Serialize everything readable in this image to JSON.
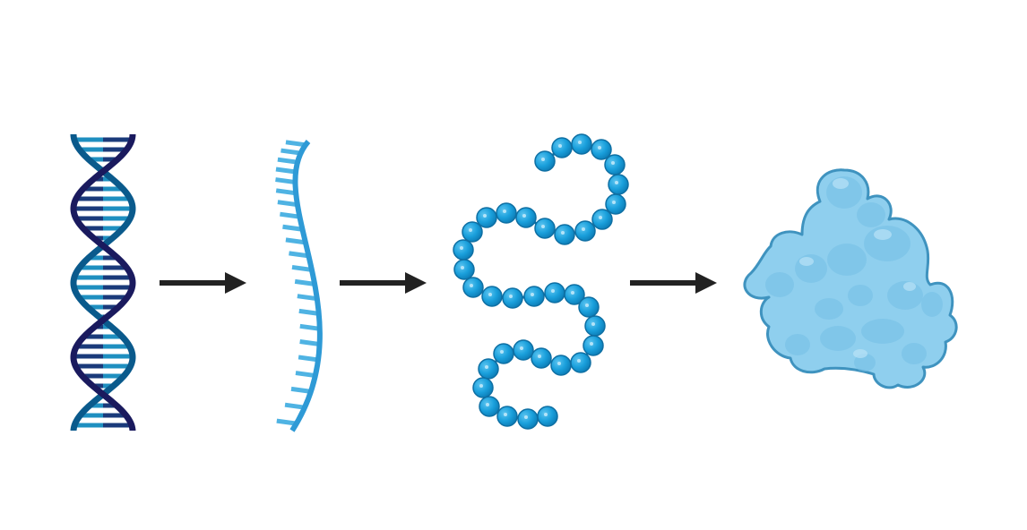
{
  "diagram": {
    "stages": [
      {
        "id": "dna",
        "icon": "dna-double-helix-icon"
      },
      {
        "id": "mrna",
        "icon": "mrna-strand-icon"
      },
      {
        "id": "polypeptide",
        "icon": "amino-acid-chain-icon"
      },
      {
        "id": "protein",
        "icon": "folded-protein-icon"
      }
    ],
    "arrows": [
      {
        "from": "dna",
        "to": "mrna"
      },
      {
        "from": "mrna",
        "to": "polypeptide"
      },
      {
        "from": "polypeptide",
        "to": "protein"
      }
    ],
    "colors": {
      "dna_strand_dark": "#1a1a5e",
      "dna_strand_light": "#0a5a8c",
      "dna_rung_a": "#1a3a7a",
      "dna_rung_b": "#1e8fc0",
      "mrna_strand": "#2e9ad6",
      "mrna_bases": "#4fb3e3",
      "bead_fill": "#1aa0dc",
      "bead_edge": "#0e6fa3",
      "protein_fill": "#8fcfee",
      "protein_shade": "#74bfe6",
      "protein_edge": "#3f93bf",
      "arrow": "#222222",
      "background": "#ffffff"
    }
  }
}
